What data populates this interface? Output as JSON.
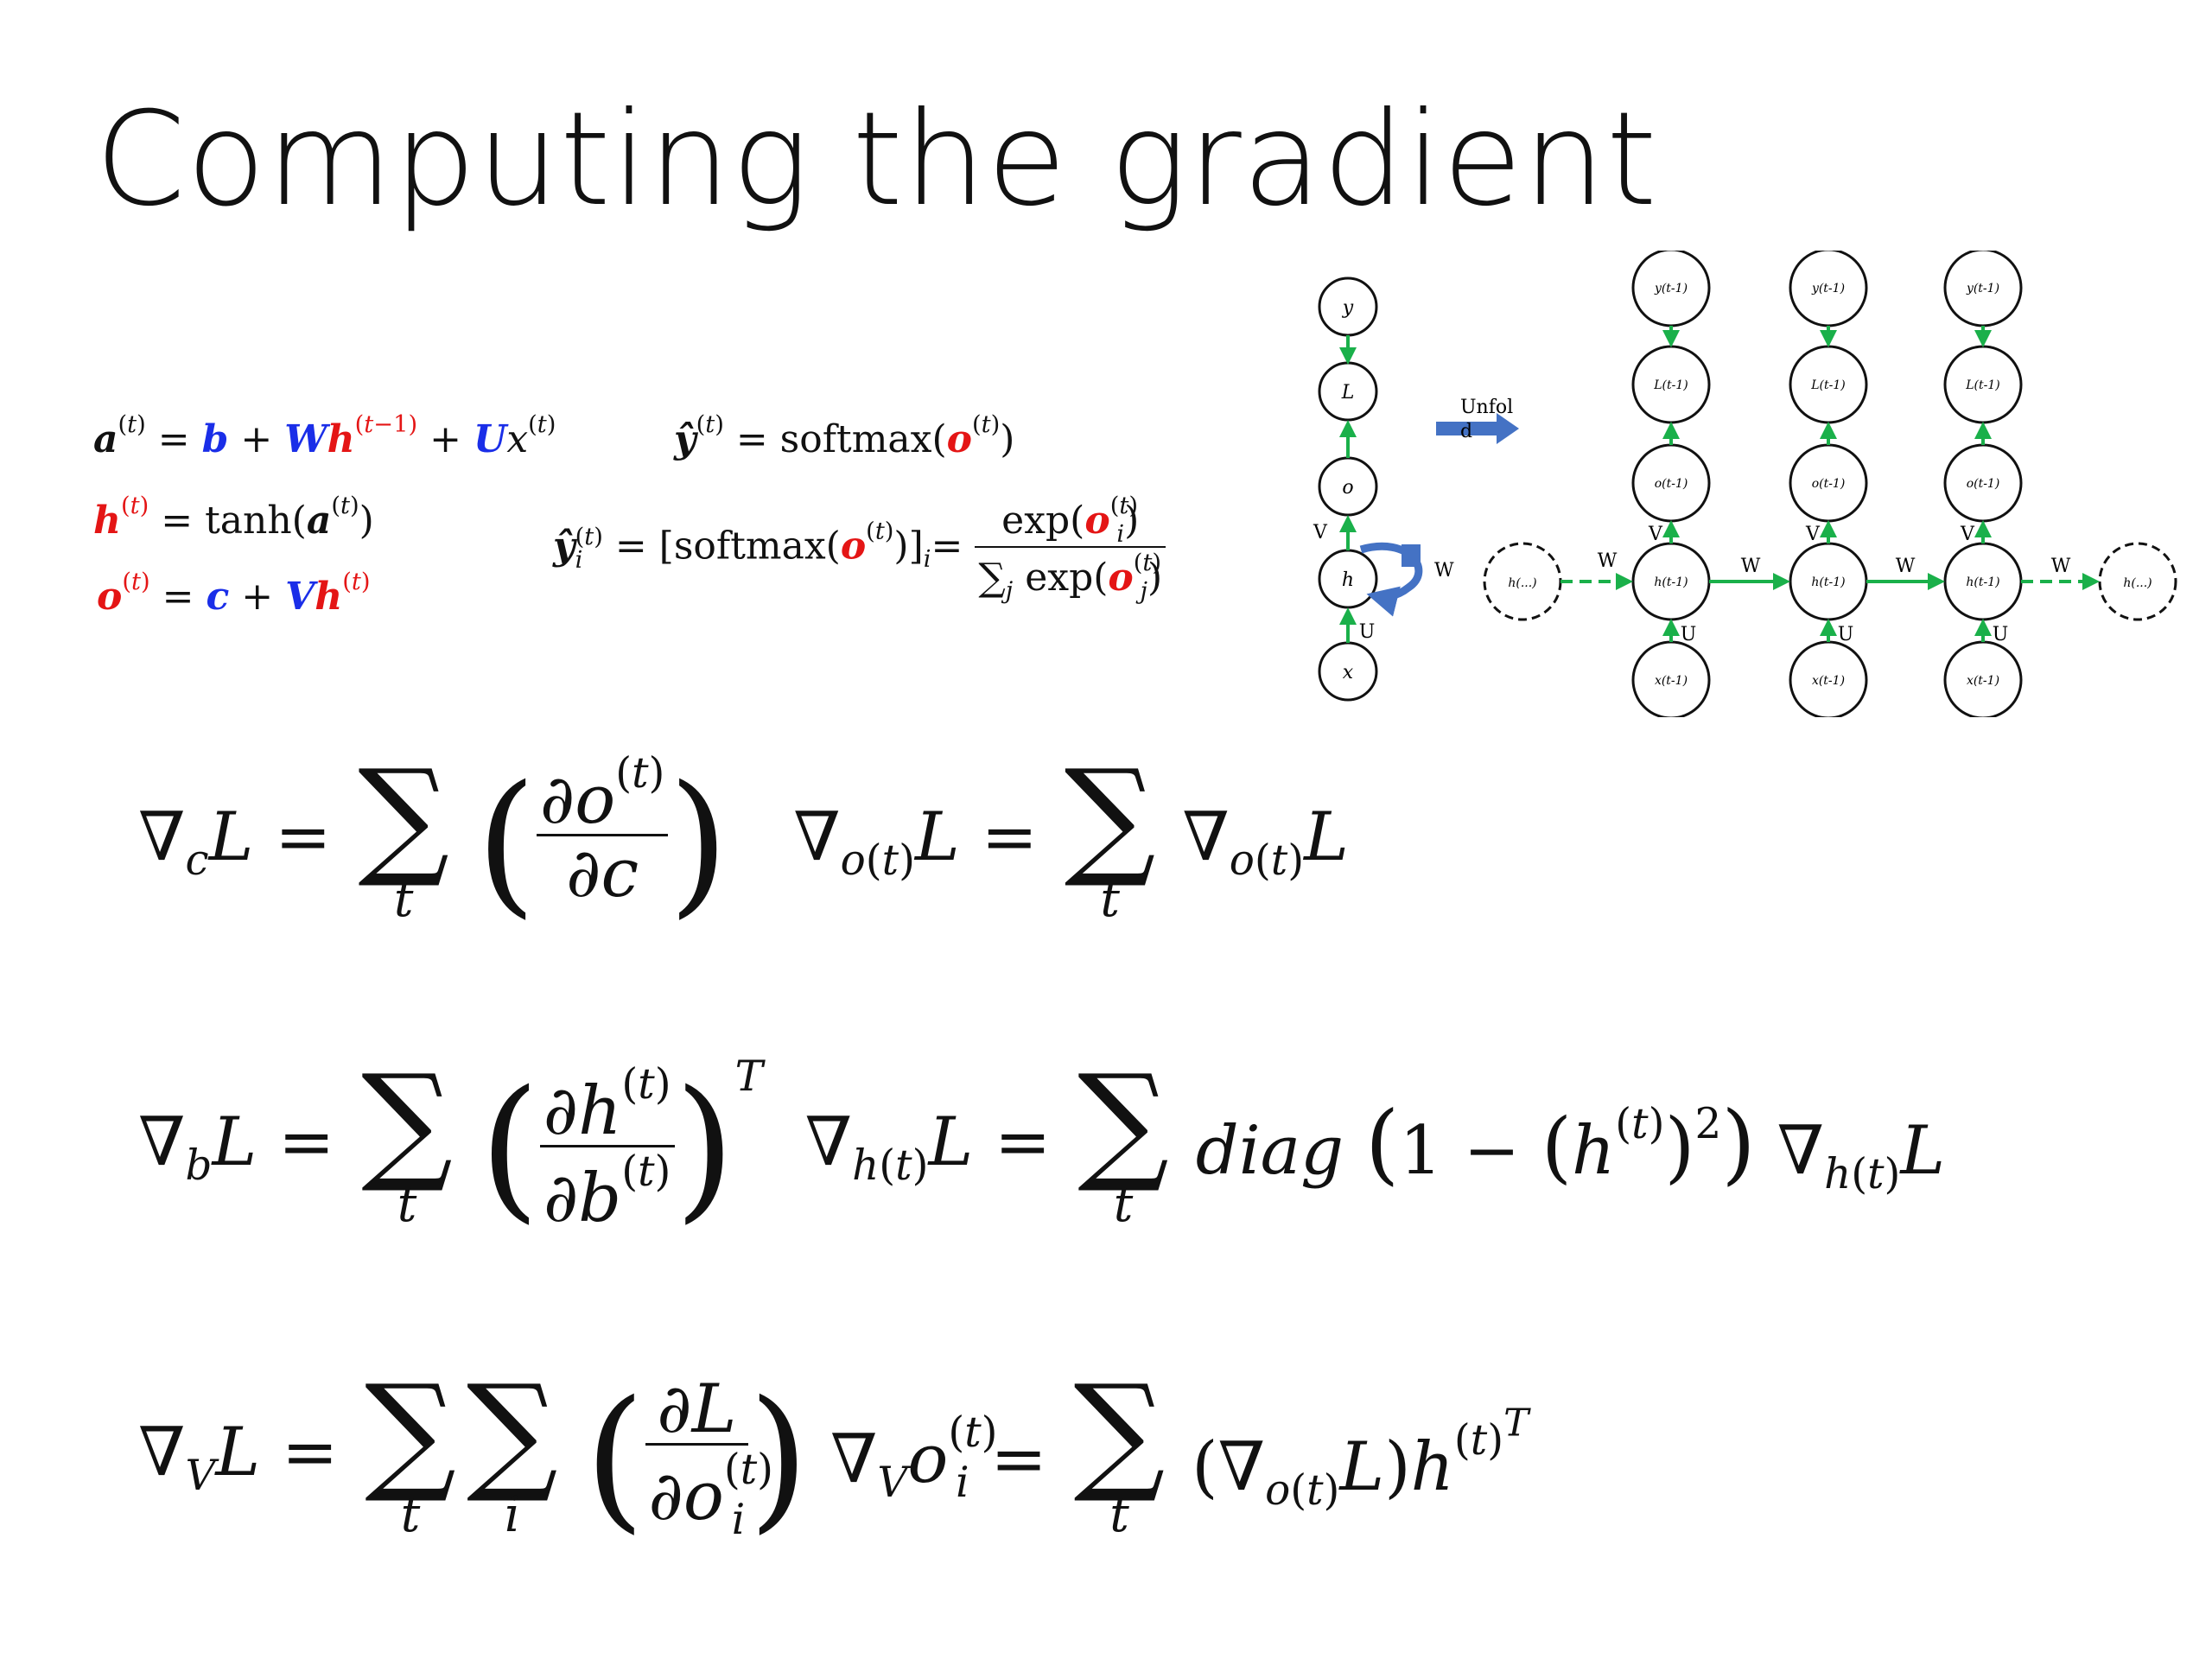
{
  "slide": {
    "title": "Computing the gradient"
  },
  "diagram": {
    "node_y": "y",
    "node_L": "L",
    "node_o": "o",
    "node_h": "h",
    "node_x": "x",
    "label_V": "V",
    "label_W": "W",
    "label_U": "U",
    "unfold_text_1": "Unfol",
    "unfold_text_2": "d",
    "unrolled_y": "y(t-1)",
    "unrolled_L": "L(t-1)",
    "unrolled_o": "o(t-1)",
    "unrolled_h": "h(t-1)",
    "unrolled_x": "x(t-1)",
    "h_left": "h(...)",
    "h_right": "h(...)",
    "colors": {
      "arrow": "#1ab04a",
      "unfold_arrow": "#4472c4",
      "node_stroke": "#111111"
    }
  },
  "equations": {
    "colors": {
      "blue": "#1a2ee8",
      "red": "#e41515"
    },
    "sum_limit_t": "t",
    "sum_limit_i": "i"
  }
}
